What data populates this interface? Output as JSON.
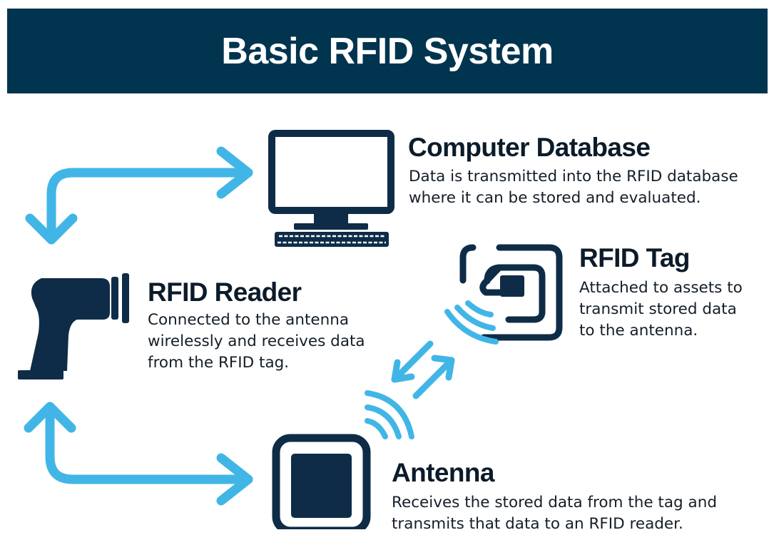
{
  "header": {
    "title": "Basic RFID System"
  },
  "colors": {
    "navy": "#00344f",
    "icon": "#0e2c47",
    "accent": "#41b6e6"
  },
  "nodes": {
    "database": {
      "title": "Computer Database",
      "lines": [
        "Data is transmitted into the RFID database",
        "where it can be stored and evaluated."
      ]
    },
    "tag": {
      "title": "RFID Tag",
      "lines": [
        "Attached to assets to",
        "transmit stored data",
        "to the antenna."
      ]
    },
    "reader": {
      "title": "RFID Reader",
      "lines": [
        "Connected to the antenna",
        "wirelessly and receives data",
        "from the RFID tag."
      ]
    },
    "antenna": {
      "title": "Antenna",
      "lines": [
        "Receives the stored data from the tag and",
        "transmits that data to an RFID reader."
      ]
    }
  }
}
